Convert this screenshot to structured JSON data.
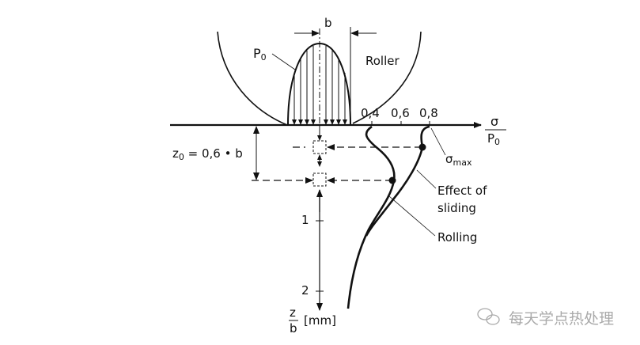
{
  "labels": {
    "b": "b",
    "p0_main": "P",
    "p0_sub": "0",
    "roller": "Roller",
    "tick_04": "0,4",
    "tick_06": "0,6",
    "tick_08": "0,8",
    "sigma_num": "σ",
    "sigma_den_main": "P",
    "sigma_den_sub": "0",
    "sigma_max_main": "σ",
    "sigma_max_sub": "max",
    "z0_main": "z",
    "z0_sub": "0",
    "z0_rest": " = 0,6 • b",
    "effect_of": "Effect of",
    "sliding": "sliding",
    "rolling": "Rolling",
    "depth_1": "1",
    "depth_2": "2",
    "z_num": "z",
    "z_den": "b",
    "z_unit": "[mm]"
  },
  "watermark": "每天学点热处理"
}
